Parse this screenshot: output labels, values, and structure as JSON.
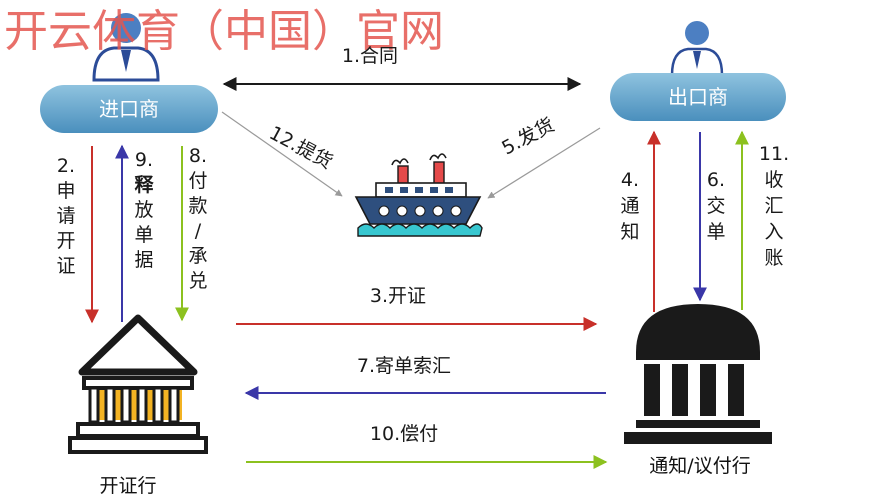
{
  "watermark": "开云体育（中国）官网",
  "parties": {
    "importer": "进口商",
    "exporter": "出口商",
    "issuing_bank": "开证行",
    "advising_bank": "通知/议付行"
  },
  "steps": {
    "s1": "1.合同",
    "s2": [
      "2.",
      "申",
      "请",
      "开",
      "证"
    ],
    "s3": "3.开证",
    "s4": [
      "4.",
      "通",
      "知"
    ],
    "s5": "5.发货",
    "s6": [
      "6.",
      "交",
      "单"
    ],
    "s7": "7.寄单索汇",
    "s8": [
      "8.",
      "付",
      "款",
      "/",
      "承",
      "兑"
    ],
    "s9": [
      "9.",
      "释",
      "放",
      "单",
      "据"
    ],
    "s10": "10.偿付",
    "s11": [
      "11.",
      "收",
      "汇",
      "入",
      "账"
    ],
    "s12": "12.提货"
  },
  "icons": [
    "person-icon",
    "person-icon",
    "ship-icon",
    "bank-building-icon",
    "bank-building-icon"
  ],
  "colors": {
    "party_box": "#5b9ec7",
    "red_arrow": "#c8302a",
    "blue_arrow": "#3a37a8",
    "green_arrow": "#8cc11f",
    "black_arrow": "#1a1a1a",
    "gray_arrow": "#9a9a9a",
    "bank_pillar_fill": "#f3b323",
    "ship_hull": "#2e4f7e",
    "ship_water": "#38c7d0"
  }
}
